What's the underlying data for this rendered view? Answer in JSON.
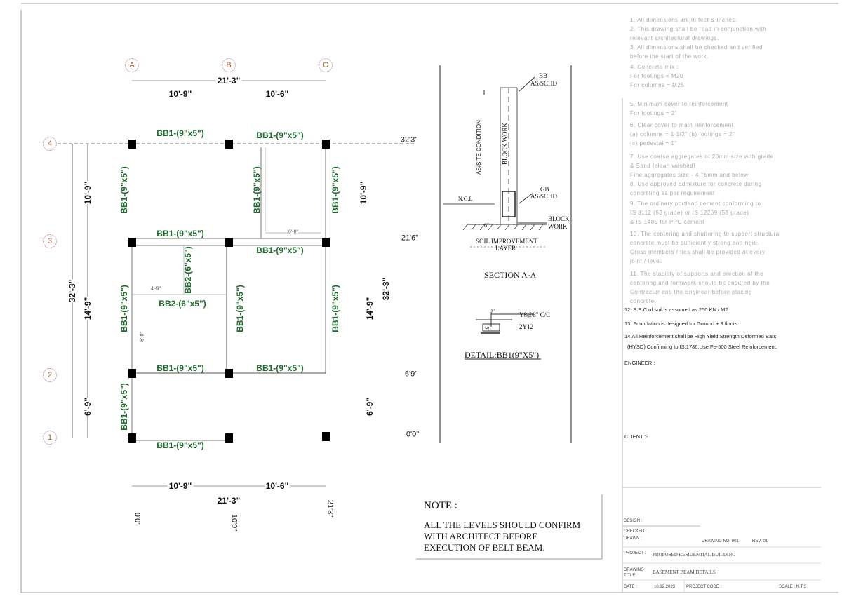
{
  "plan": {
    "grid_cols": [
      "A",
      "B",
      "C"
    ],
    "grid_rows": [
      "4",
      "3",
      "2",
      "1"
    ],
    "top_dims": {
      "total": "21'-3\"",
      "left": "10'-9\"",
      "right": "10'-6\""
    },
    "bottom_dims": {
      "total": "21'-3\"",
      "left": "10'-9\"",
      "right": "10'-6\""
    },
    "bottom_levels": [
      "0'0\"",
      "10'9\"",
      "21'3\""
    ],
    "left_dims": {
      "total": "32'-3\"",
      "upper": "10'-9\"",
      "middle": "14'-9\"",
      "lower": "6'-9\""
    },
    "right_dims": {
      "total": "32'-3\"",
      "upper": "10'-9\"",
      "middle": "14'-9\"",
      "lower": "6'-9\""
    },
    "levels": [
      "32'3\"",
      "21'6\"",
      "6'9\"",
      "0'0\""
    ],
    "beams": {
      "bb1": "BB1-(9\"x5\")",
      "bb2_h": "BB2-(6\"x5\")",
      "bb2_v": "BB2-(6\"x5\")"
    },
    "small_dims": {
      "a": "4'-9\"",
      "b": "8'-0\"",
      "c": "6'-0\""
    }
  },
  "section": {
    "bb": "BB",
    "bb_sched": "AS/SCHD",
    "gb": "GB",
    "gb_sched": "AS/SCHD",
    "block_work": "BLOCK WORK",
    "block_work_2a": "BLOCK",
    "block_work_2b": "WORK",
    "site": "AS/SITE CONDITION",
    "ngl": "N.G.L",
    "six": "6\"",
    "soil1": "SOIL IMPROVEMENT",
    "soil2": "LAYER",
    "title": "SECTION A-A"
  },
  "detail": {
    "width": "9\"",
    "depth": "5\"",
    "stirrup": "Y8@8\" C/C",
    "bars": "2Y12",
    "title": "DETAIL:BB1(9\"X5\")"
  },
  "note": {
    "heading": "NOTE :",
    "lines": [
      "ALL THE LEVELS SHOULD CONFIRM",
      "WITH ARCHITECT BEFORE",
      "EXECUTION OF BELT BEAM."
    ]
  },
  "general_notes": {
    "faint": [
      "1. All dimensions are in feet & inches.",
      "2. This drawing shall be read in conjunction with",
      "   relevant architectural drawings.",
      "3. All dimensions shall be checked and verified",
      "   before the start of the work.",
      "4. Concrete mix :",
      "   For footings  = M20",
      "   For columns   = M25",
      "5. Minimum cover to reinforcement",
      "   For footings        = 2\"",
      "6. Clear cover to main reinforcement",
      "   (a) columns = 1 1/2\" (b) footings = 2\"",
      "   (c) pedestal = 1\"",
      "7. Use coarse aggregates of 20mm size with grade",
      "   & Sand (clean washed)",
      "   Fine aggregates size  - 4.75mm and below",
      "8. Use approved admixture for concrete during",
      "   concreting as per requirement",
      "9. The ordinary portland cement conforming to",
      "   IS 8112 (53 grade) or IS 12269 (53 grade)",
      "   & IS 1489 for PPC cement",
      "10. The centering and shuttering to support structural",
      "   concrete must be sufficiently strong and rigid.",
      "   Cross members / ties shall be provided at every",
      "   joint / level.",
      "11. The stability of supports and erection of the",
      "   centering and formwork should be ensured by the",
      "   Contractor and the Engineer before placing",
      "   concrete."
    ],
    "n12": "12. S.B.C of soil is assumed as 250 KN / M2",
    "n13": "13. Foundation is designed for Ground + 3 floors.",
    "n14a": "14.All Reinforcement shall be High Yield Strength Deformed Bars",
    "n14b": "(HYSD)  Confirming to IS:1786.Use Fe-500 Steel Reinforcement."
  },
  "title_block": {
    "engineer": "ENGINEER :",
    "client": "CLIENT :-",
    "design": "DESIGN :",
    "checked": "CHECKED :",
    "drawn": "DRAWN :",
    "drawing_no": "DRAWING NO: 001",
    "rev": "REV: 01",
    "project_label": "PROJECT :",
    "project": "PROPOSED RESIDENTIAL BUILDING",
    "drawing_title_label1": "DRAWING",
    "drawing_title_label2": "TITLE:",
    "drawing_title": "BASEMENT BEAM DETAILS",
    "date_label": "DATE :",
    "date": "10.12.2023",
    "project_code": "PROJECT CODE :",
    "scale": "SCALE : N.T.S"
  },
  "colors": {
    "beam_label": "#1f6b2d",
    "grid_bubble": "#a55a2a"
  }
}
